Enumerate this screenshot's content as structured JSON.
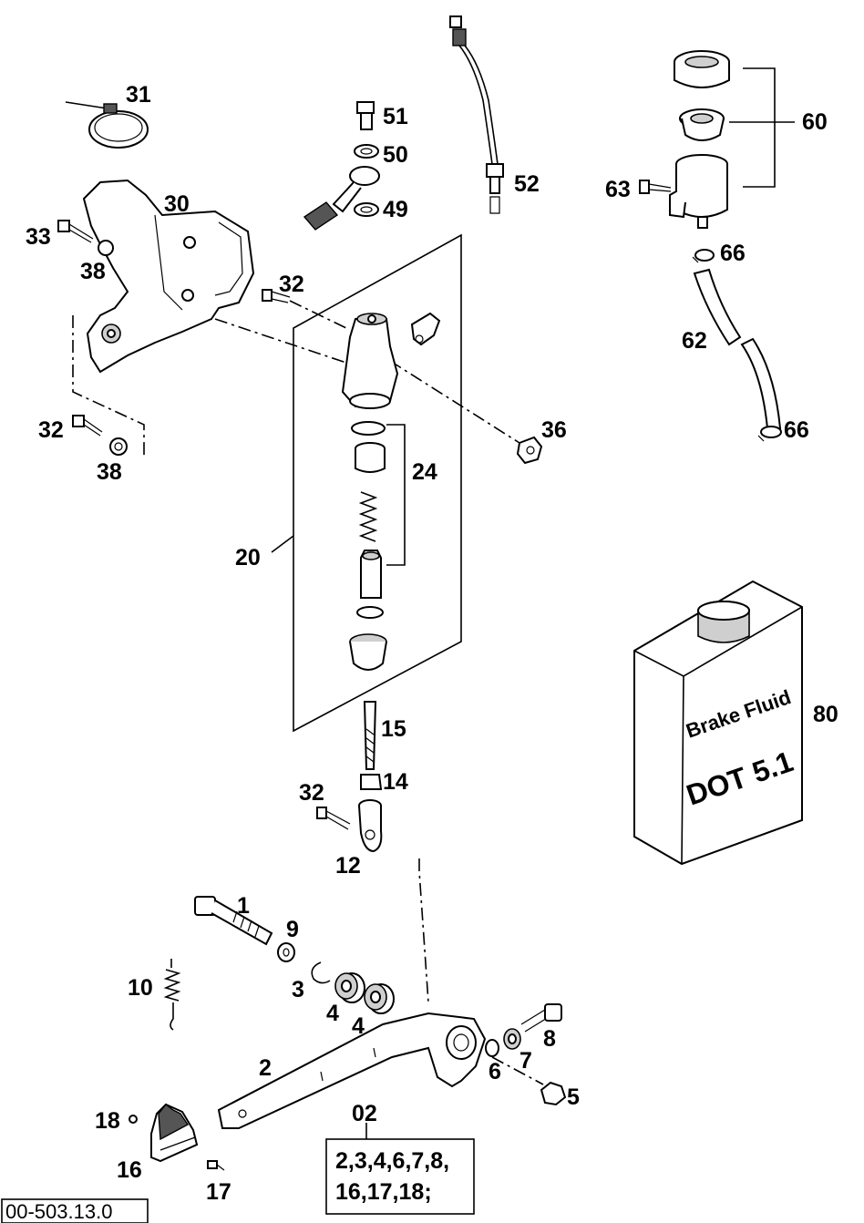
{
  "diagram": {
    "labels": [
      {
        "id": "31",
        "text": "31"
      },
      {
        "id": "51",
        "text": "51"
      },
      {
        "id": "50",
        "text": "50"
      },
      {
        "id": "49",
        "text": "49"
      },
      {
        "id": "52",
        "text": "52"
      },
      {
        "id": "60",
        "text": "60"
      },
      {
        "id": "63",
        "text": "63"
      },
      {
        "id": "66a",
        "text": "66"
      },
      {
        "id": "62",
        "text": "62"
      },
      {
        "id": "66b",
        "text": "66"
      },
      {
        "id": "30",
        "text": "30"
      },
      {
        "id": "33",
        "text": "33"
      },
      {
        "id": "38a",
        "text": "38"
      },
      {
        "id": "32a",
        "text": "32"
      },
      {
        "id": "32b",
        "text": "32"
      },
      {
        "id": "38b",
        "text": "38"
      },
      {
        "id": "36",
        "text": "36"
      },
      {
        "id": "24",
        "text": "24"
      },
      {
        "id": "20",
        "text": "20"
      },
      {
        "id": "15",
        "text": "15"
      },
      {
        "id": "14",
        "text": "14"
      },
      {
        "id": "32c",
        "text": "32"
      },
      {
        "id": "12",
        "text": "12"
      },
      {
        "id": "80",
        "text": "80"
      },
      {
        "id": "1",
        "text": "1"
      },
      {
        "id": "9",
        "text": "9"
      },
      {
        "id": "10",
        "text": "10"
      },
      {
        "id": "3",
        "text": "3"
      },
      {
        "id": "4a",
        "text": "4"
      },
      {
        "id": "4b",
        "text": "4"
      },
      {
        "id": "8",
        "text": "8"
      },
      {
        "id": "7",
        "text": "7"
      },
      {
        "id": "6",
        "text": "6"
      },
      {
        "id": "5",
        "text": "5"
      },
      {
        "id": "2",
        "text": "2"
      },
      {
        "id": "02",
        "text": "02"
      },
      {
        "id": "18",
        "text": "18"
      },
      {
        "id": "16",
        "text": "16"
      },
      {
        "id": "17",
        "text": "17"
      }
    ],
    "kit_box": {
      "line1": "2,3,4,6,7,8,",
      "line2": "16,17,18;"
    },
    "fluid_can": {
      "line1": "Brake Fluid",
      "line2": "DOT 5.1"
    },
    "drawing_code": "00-503.13.0"
  }
}
